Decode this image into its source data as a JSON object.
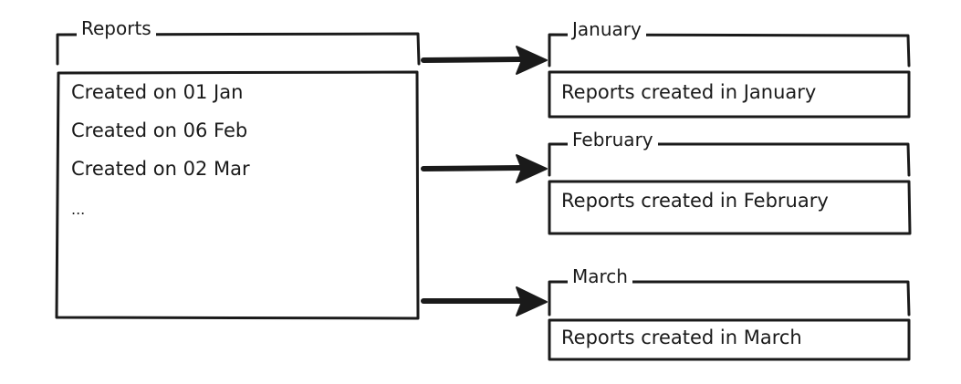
{
  "source_panel": {
    "title": "Reports",
    "items": [
      "Created on 01 Jan",
      "Created on 06 Feb",
      "Created on 02 Mar",
      "..."
    ]
  },
  "target_panels": [
    {
      "title": "January",
      "text": "Reports created in January"
    },
    {
      "title": "February",
      "text": "Reports created in February"
    },
    {
      "title": "March",
      "text": "Reports created in March"
    }
  ],
  "colors": {
    "stroke": "#1a1a1a",
    "background": "#ffffff"
  }
}
